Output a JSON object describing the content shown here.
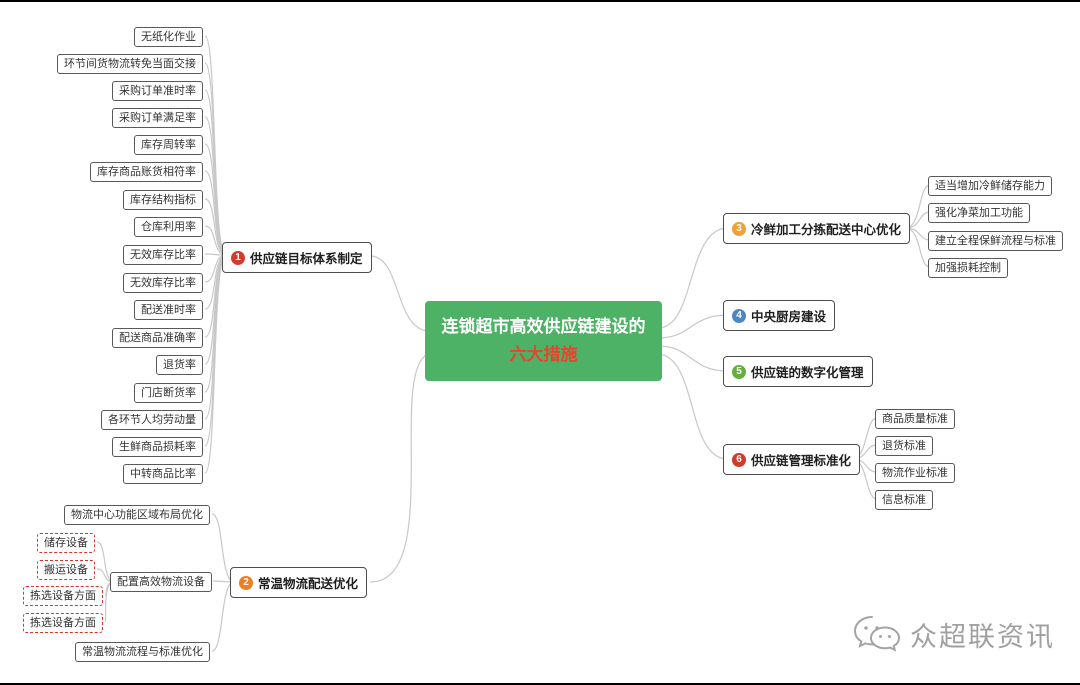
{
  "center": {
    "line1": "连锁超市高效供应链建设的",
    "line2": "六大措施",
    "bg_color": "#4eb266",
    "line1_color": "#ffffff",
    "line2_color": "#e8432c"
  },
  "branches": {
    "b1": {
      "num": "1",
      "circle_color": "#d43b2e",
      "label": "供应链目标体系制定",
      "children": [
        "无纸化作业",
        "环节间货物流转免当面交接",
        "采购订单准时率",
        "采购订单满足率",
        "库存周转率",
        "库存商品账货相符率",
        "库存结构指标",
        "仓库利用率",
        "无效库存比率",
        "无效库存比率",
        "配送准时率",
        "配送商品准确率",
        "退货率",
        "门店断货率",
        "各环节人均劳动量",
        "生鲜商品损耗率",
        "中转商品比率"
      ]
    },
    "b2": {
      "num": "2",
      "circle_color": "#ee7e23",
      "label": "常温物流配送优化",
      "children": [
        "物流中心功能区域布局优化",
        "配置高效物流设备",
        "常温物流流程与标准优化"
      ],
      "equipment": [
        "储存设备",
        "搬运设备",
        "拣选设备方面",
        "拣选设备方面"
      ]
    },
    "b3": {
      "num": "3",
      "circle_color": "#f0a132",
      "label": "冷鲜加工分拣配送中心优化",
      "children": [
        "适当增加冷鲜储存能力",
        "强化净菜加工功能",
        "建立全程保鲜流程与标准",
        "加强损耗控制"
      ]
    },
    "b4": {
      "num": "4",
      "circle_color": "#4e85c5",
      "label": "中央厨房建设"
    },
    "b5": {
      "num": "5",
      "circle_color": "#67ad3f",
      "label": "供应链的数字化管理"
    },
    "b6": {
      "num": "6",
      "circle_color": "#cf3a2b",
      "label": "供应链管理标准化",
      "children": [
        "商品质量标准",
        "退货标准",
        "物流作业标准",
        "信息标准"
      ]
    }
  },
  "watermark": {
    "text": "众超联资讯"
  },
  "colors": {
    "connector": "#c8c8c8",
    "node_border": "#595959",
    "dashed_border": "#d9352a"
  }
}
